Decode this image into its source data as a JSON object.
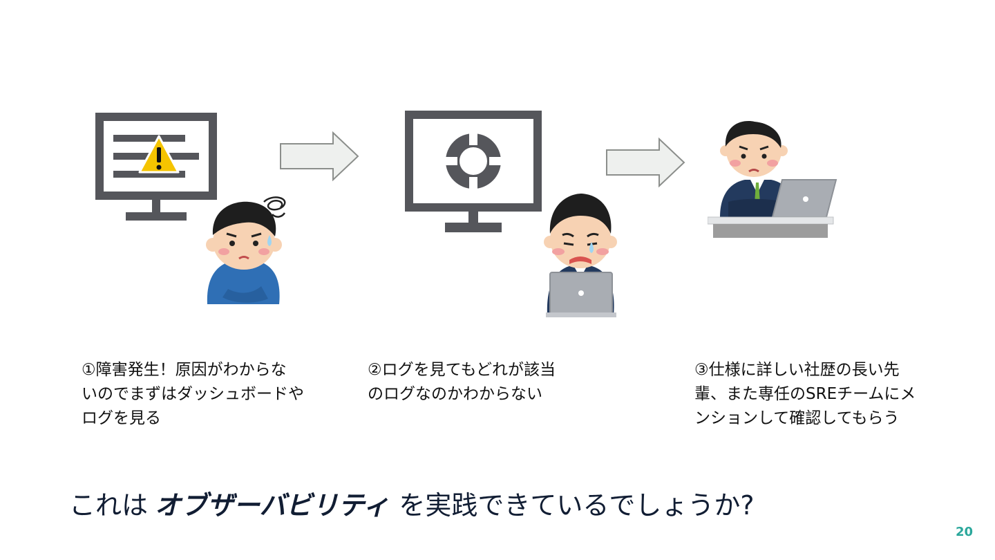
{
  "steps": [
    {
      "text": "①障害発生！原因がわからな\nいのでまずはダッシュボードや\nログを見る"
    },
    {
      "text": "②ログを見てもどれが該当\nのログなのかわからない"
    },
    {
      "text": "③仕様に詳しい社歴の長い先\n輩、また専任のSREチームにメ\nンションして確認してもらう"
    }
  ],
  "question": {
    "prefix": "これは",
    "emphasis": "オブザーバビリティ",
    "suffix": "を実践できているでしょうか?"
  },
  "page_number": "20",
  "colors": {
    "monitor": "#55565b",
    "arrow_fill": "#eef0ee",
    "arrow_stroke": "#8b8e8b",
    "warning": "#f5c400",
    "accent": "#2aa79b",
    "shirt_blue": "#2f6fb5",
    "suit_navy": "#233a5e",
    "laptop": "#a9adb3"
  },
  "icons": [
    "monitor-warning-icon",
    "monitor-loading-icon",
    "arrow-right-icon",
    "confused-person-icon",
    "worried-businessman-laptop-icon",
    "senior-at-desk-icon"
  ]
}
